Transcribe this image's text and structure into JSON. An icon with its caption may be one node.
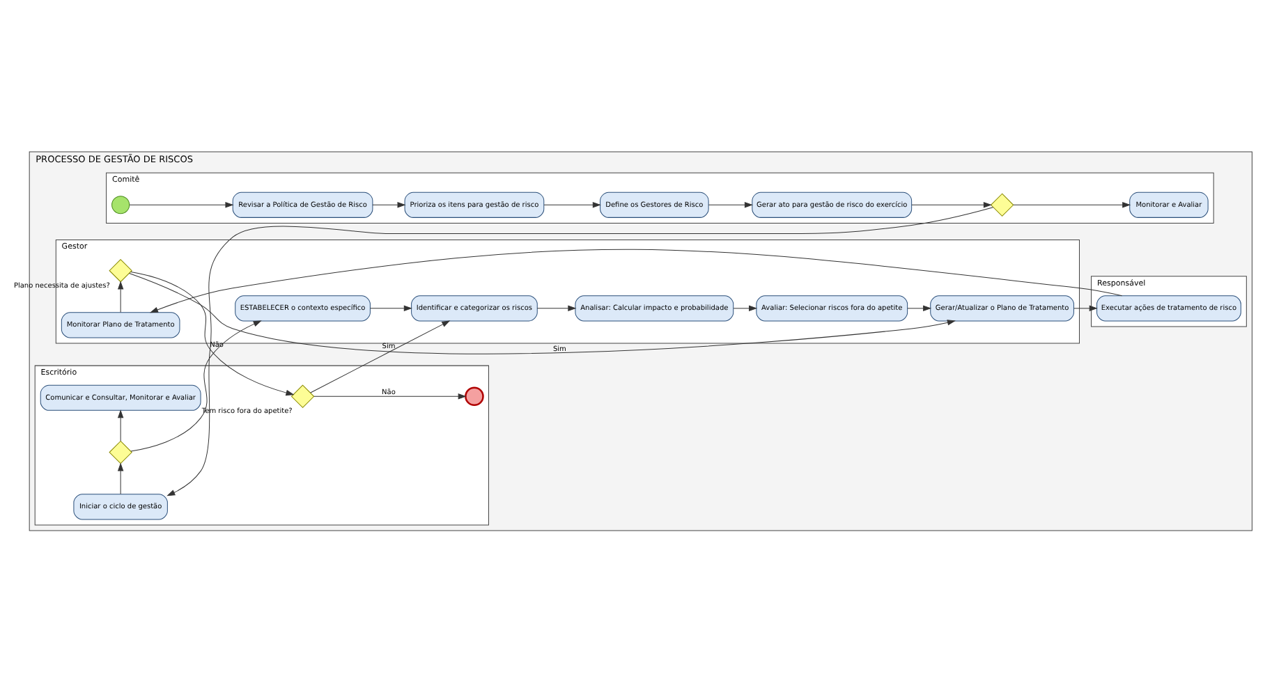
{
  "diagram": {
    "nodes": [
      {
        "text": [
          "PROCESSO DE GESTÃO DE RISCOS"
        ]
      },
      {
        "text": [
          "Comitê"
        ],
        "in": 0
      },
      {
        "text": [
          "Escritório"
        ],
        "in": 0
      },
      {
        "text": [
          "Gestor"
        ],
        "in": 0
      },
      {
        "text": [
          "Responsável"
        ],
        "in": 0
      },
      {
        "text": [],
        "shape": "circle",
        "in": 1
      },
      {
        "text": [
          "Revisar a Política de Gestão de Risco"
        ],
        "in": 1
      },
      {
        "text": [
          "Prioriza os itens para gestão de risco"
        ],
        "in": 1
      },
      {
        "text": [
          "Define os Gestores de Risco"
        ],
        "in": 1
      },
      {
        "text": [
          "Gerar ato para gestão de risco do exercício"
        ],
        "in": 1
      },
      {
        "text": [],
        "shape": "diamond",
        "in": 1
      },
      {
        "text": [
          "Monitorar e Avaliar"
        ],
        "in": 1
      },
      {
        "text": [
          "Comunicar e Consultar, Monitorar e Avaliar"
        ],
        "in": 2
      },
      {
        "text": [],
        "shape": "diamond",
        "in": 2
      },
      {
        "text": [
          "Iniciar o ciclo de gestão"
        ],
        "in": 2
      },
      {
        "text": [
          "Tem risco fora do apetite?"
        ],
        "in": 2
      },
      {
        "text": [],
        "shape": "circle",
        "in": 2
      },
      {
        "text": [
          "ESTABELECER o contexto específico"
        ],
        "in": 3
      },
      {
        "text": [
          "Identificar e categorizar os riscos"
        ],
        "in": 3
      },
      {
        "text": [
          "Analisar: Calcular impacto e probabilidade"
        ],
        "in": 3
      },
      {
        "text": [
          "Avaliar: Selecionar riscos fora do apetite"
        ],
        "in": 3
      },
      {
        "text": [
          "Gerar/Atualizar o Plano de Tratamento"
        ],
        "in": 3
      },
      {
        "text": [
          "Plano necessita de ajustes?"
        ],
        "in": 3
      },
      {
        "text": [
          "Monitorar Plano de Tratamento"
        ],
        "in": 3
      },
      {
        "text": [
          "Executar ações de tratamento de risco"
        ],
        "in": 4
      }
    ],
    "edges": [
      {
        "from": 5,
        "to": 6,
        "arrow": "to"
      },
      {
        "from": 6,
        "to": 7,
        "arrow": "to"
      },
      {
        "from": 7,
        "to": 8,
        "arrow": "to"
      },
      {
        "from": 8,
        "to": 9,
        "arrow": "to"
      },
      {
        "from": 9,
        "to": 10,
        "arrow": "to"
      },
      {
        "from": 10,
        "to": 11,
        "arrow": "to"
      },
      {
        "from": 10,
        "to": 14,
        "arrow": "to"
      },
      {
        "from": 14,
        "to": 13,
        "arrow": "to"
      },
      {
        "from": 13,
        "to": 12,
        "arrow": "to"
      },
      {
        "from": 13,
        "to": 17,
        "arrow": "to"
      },
      {
        "from": 17,
        "to": 18,
        "arrow": "to"
      },
      {
        "from": 18,
        "to": 19,
        "arrow": "to"
      },
      {
        "from": 19,
        "to": 20,
        "arrow": "to"
      },
      {
        "from": 20,
        "to": 21,
        "arrow": "to"
      },
      {
        "from": 21,
        "to": 24,
        "arrow": "to"
      },
      {
        "from": 24,
        "to": 23,
        "arrow": "to"
      },
      {
        "from": 23,
        "to": 22,
        "arrow": "to"
      },
      {
        "from": 22,
        "to": 21,
        "arrow": "to",
        "label": "Sim"
      },
      {
        "from": 22,
        "to": 15,
        "arrow": "to",
        "label": "Não"
      },
      {
        "from": 15,
        "to": 16,
        "arrow": "to",
        "label": "Não"
      },
      {
        "from": 15,
        "to": 18,
        "arrow": "to",
        "label": "Sim"
      }
    ]
  }
}
